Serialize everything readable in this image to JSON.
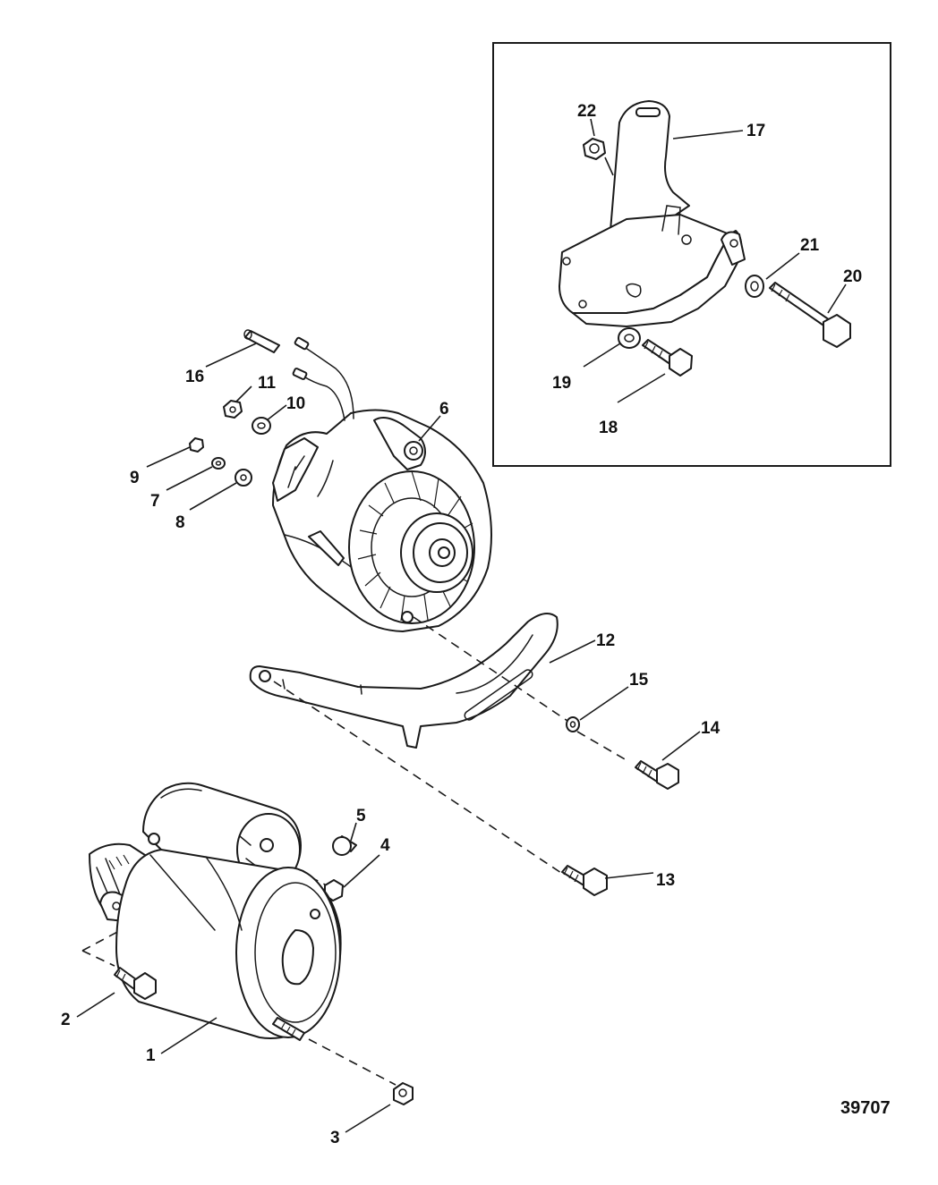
{
  "figure_number": "39707",
  "callouts": {
    "c1": "1",
    "c2": "2",
    "c3": "3",
    "c4": "4",
    "c5": "5",
    "c6": "6",
    "c7": "7",
    "c8": "8",
    "c9": "9",
    "c10": "10",
    "c11": "11",
    "c12": "12",
    "c13": "13",
    "c14": "14",
    "c15": "15",
    "c16": "16",
    "c17": "17",
    "c18": "18",
    "c19": "19",
    "c20": "20",
    "c21": "21",
    "c22": "22"
  }
}
